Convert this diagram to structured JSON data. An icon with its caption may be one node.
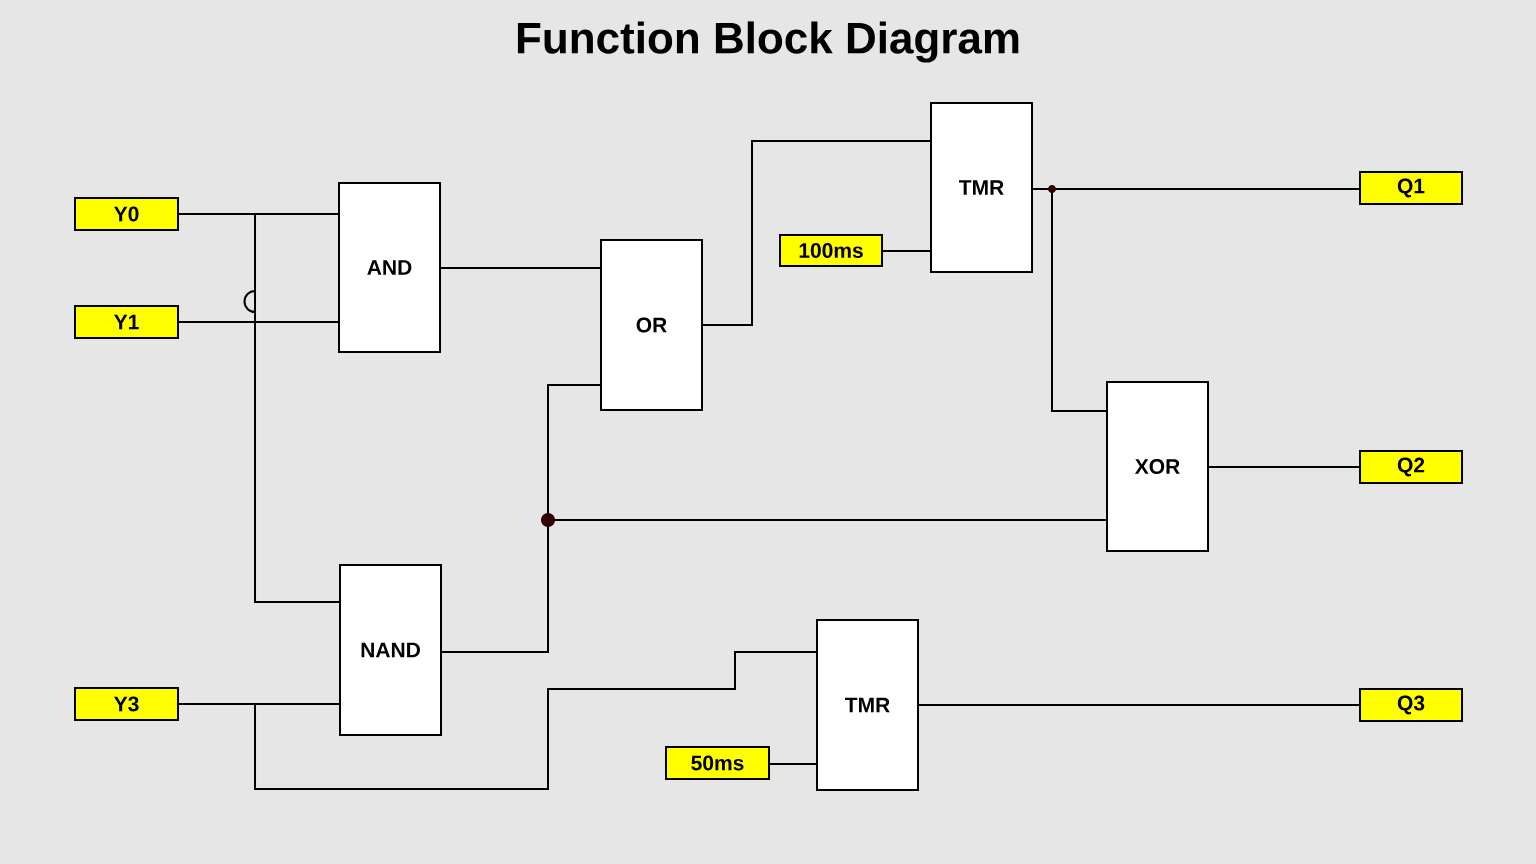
{
  "diagram": {
    "title": "Function Block Diagram",
    "nodes": [
      {
        "text": [
          "Y0"
        ]
      },
      {
        "text": [
          "Y1"
        ]
      },
      {
        "text": [
          "Y3"
        ]
      },
      {
        "text": [
          "AND"
        ]
      },
      {
        "text": [
          "NAND"
        ]
      },
      {
        "text": [
          "OR"
        ]
      },
      {
        "text": [
          "100ms"
        ]
      },
      {
        "text": [
          "TMR"
        ]
      },
      {
        "text": [
          "XOR"
        ]
      },
      {
        "text": [
          "50ms"
        ]
      },
      {
        "text": [
          "TMR"
        ]
      },
      {
        "text": [
          "Q1"
        ]
      },
      {
        "text": [
          "Q2"
        ]
      },
      {
        "text": [
          "Q3"
        ]
      }
    ],
    "edges": [
      {
        "from": 0,
        "to": 3,
        "arrow": "none"
      },
      {
        "from": 0,
        "to": 4,
        "arrow": "none"
      },
      {
        "from": 1,
        "to": 3,
        "arrow": "none"
      },
      {
        "from": 2,
        "to": 4,
        "arrow": "none"
      },
      {
        "from": 2,
        "to": 10,
        "arrow": "none"
      },
      {
        "from": 3,
        "to": 5,
        "arrow": "none"
      },
      {
        "from": 4,
        "to": 5,
        "arrow": "none"
      },
      {
        "from": 4,
        "to": 8,
        "arrow": "none"
      },
      {
        "from": 5,
        "to": 7,
        "arrow": "none"
      },
      {
        "from": 6,
        "to": 7,
        "arrow": "none"
      },
      {
        "from": 7,
        "to": 11,
        "arrow": "none"
      },
      {
        "from": 7,
        "to": 8,
        "arrow": "none"
      },
      {
        "from": 8,
        "to": 12,
        "arrow": "none"
      },
      {
        "from": 9,
        "to": 10,
        "arrow": "none"
      },
      {
        "from": 10,
        "to": 13,
        "arrow": "none"
      }
    ]
  }
}
